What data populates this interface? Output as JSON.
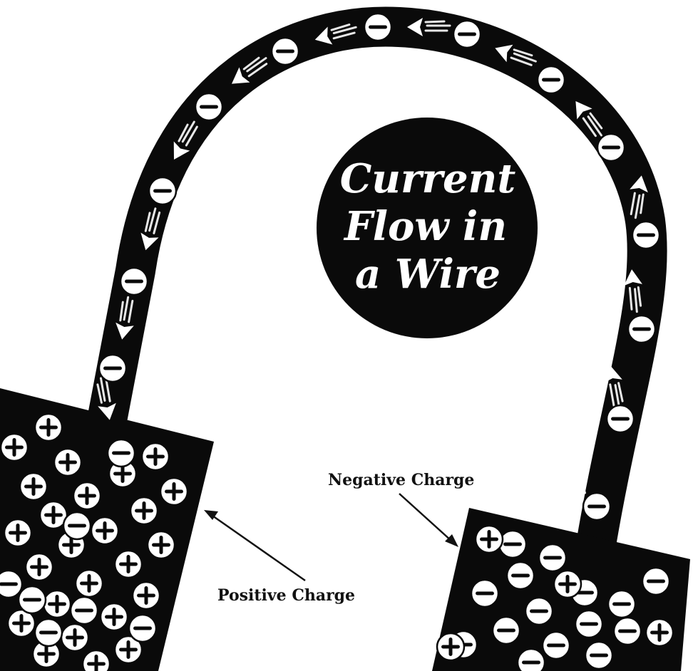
{
  "title": {
    "line1": "Current",
    "line2": "Flow in",
    "line3": "a Wire"
  },
  "labels": {
    "negative": "Negative Charge",
    "positive": "Positive Charge"
  },
  "colors": {
    "background": "#ffffff",
    "wire": "#0a0a0a",
    "charge_fill": "#ffffff"
  },
  "icons": {
    "positive_charge": "plus-in-circle",
    "negative_charge": "minus-in-circle",
    "flow": "arrow"
  }
}
